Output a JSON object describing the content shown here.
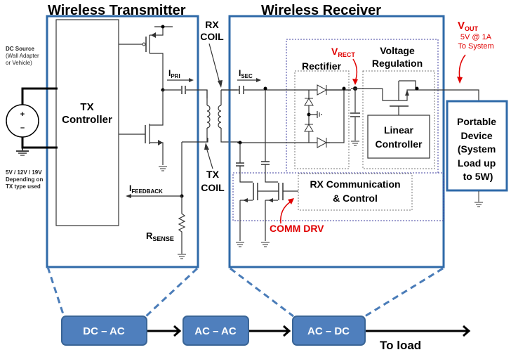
{
  "transmitter": {
    "title": "Wireless Transmitter",
    "controller_line1": "TX",
    "controller_line2": "Controller",
    "ipri": "I",
    "ipri_sub": "PRI",
    "ifeedback": "I",
    "ifeedback_sub": "FEEDBACK",
    "rsense": "R",
    "rsense_sub": "SENSE"
  },
  "dc_source": {
    "title": "DC Source",
    "line2": "(Wall Adapter",
    "line3": "or Vehicle)",
    "plus": "+",
    "minus": "–",
    "voltage_line1": "5V / 12V / 19V",
    "voltage_line2": "Depending on",
    "voltage_line3": "TX type used"
  },
  "coils": {
    "rx_line1": "RX",
    "rx_line2": "COIL",
    "tx_line1": "TX",
    "tx_line2": "COIL"
  },
  "receiver": {
    "title": "Wireless Receiver",
    "isec": "I",
    "isec_sub": "SEC",
    "rectifier": "Rectifier",
    "vrect": "V",
    "vrect_sub": "RECT",
    "voltage_reg_line1": "Voltage",
    "voltage_reg_line2": "Regulation",
    "linear_line1": "Linear",
    "linear_line2": "Controller",
    "comm_line1": "RX Communication",
    "comm_line2": "& Control",
    "comm_drv": "COMM DRV"
  },
  "output": {
    "vout": "V",
    "vout_sub": "OUT",
    "line2": "5V @ 1A",
    "line3": "To System",
    "device_lines": [
      "Portable",
      "Device",
      "(System",
      "Load up",
      "to 5W)"
    ]
  },
  "flow": {
    "blocks": [
      "DC – AC",
      "AC – AC",
      "AC – DC"
    ],
    "to_load": "To load"
  },
  "colors": {
    "frame": "#2f6aa8",
    "block": "#4f7fbd",
    "annotation": "#e00000"
  }
}
